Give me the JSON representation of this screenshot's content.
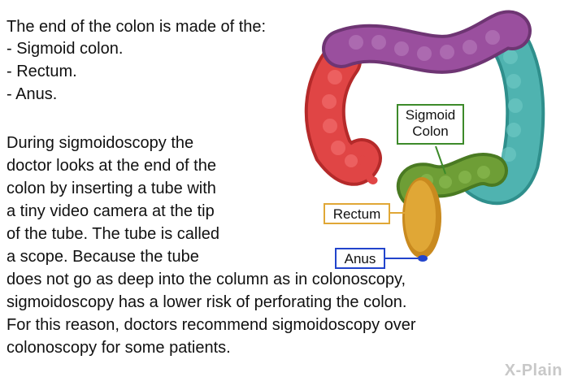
{
  "intro": {
    "heading": "The end of the colon is made of the:",
    "items": [
      "- Sigmoid colon.",
      "- Rectum.",
      "- Anus."
    ]
  },
  "body_lines": [
    "During sigmoidoscopy the",
    "doctor looks at the end of the",
    "colon by inserting a tube with",
    "a tiny video camera at the tip",
    "of the tube. The tube is called",
    "a scope. Because the tube",
    "does not go as deep into the column as in colonoscopy,",
    "sigmoidoscopy has a lower risk of perforating the colon.",
    "For this reason, doctors recommend sigmoidoscopy over",
    "colonoscopy for some patients."
  ],
  "labels": {
    "sigmoid_line1": "Sigmoid",
    "sigmoid_line2": "Colon",
    "rectum": "Rectum",
    "anus": "Anus"
  },
  "colors": {
    "ascending": "#e04545",
    "transverse": "#9a4f9e",
    "descending": "#4fb3b0",
    "sigmoid": "#6e9e36",
    "rectum": "#e0a736",
    "sigmoid_label_border": "#3d8a2a",
    "rectum_label_border": "#e0a736",
    "anus_label_border": "#2244cc"
  },
  "watermark": "X-Plain"
}
